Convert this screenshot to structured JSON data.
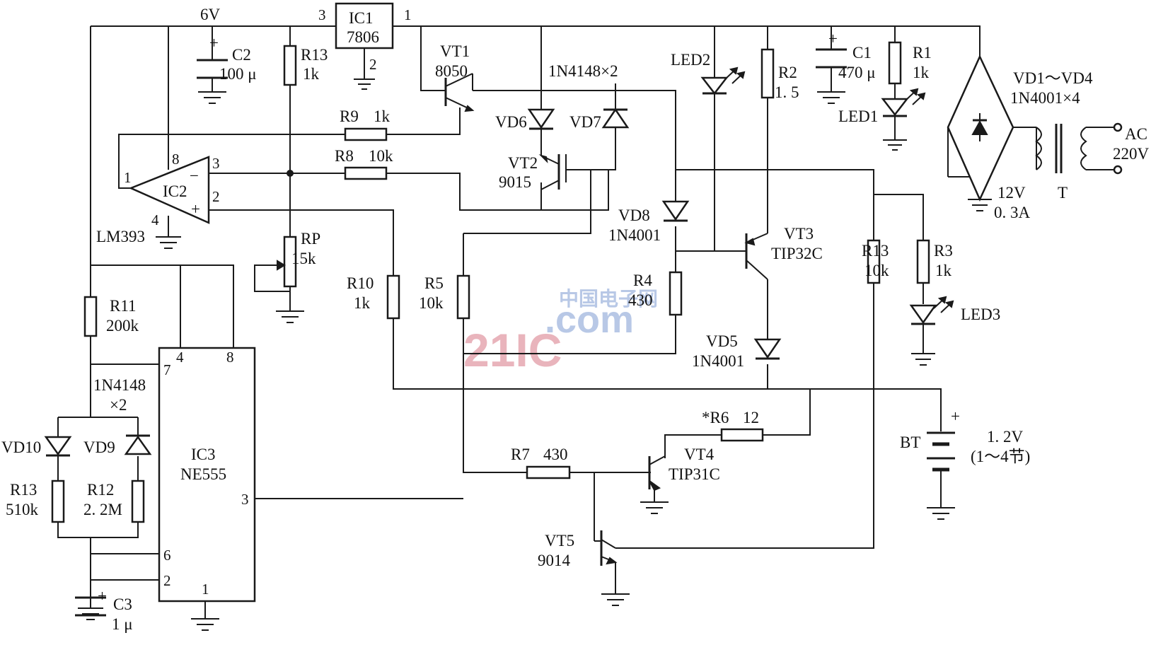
{
  "watermark": {
    "number": "21IC",
    "domain": ".com",
    "cn": "中国电子网"
  },
  "ic1": {
    "ref": "IC1",
    "part": "7806",
    "out_voltage": "6V",
    "pin_in": "3",
    "pin_out": "1",
    "pin_gnd": "2"
  },
  "ic2": {
    "ref": "IC2",
    "part": "LM393",
    "pin1": "1",
    "pin2": "2",
    "pin3": "3",
    "pin4": "4",
    "pin8": "8",
    "minus": "−",
    "plus": "+"
  },
  "ic3": {
    "ref": "IC3",
    "part": "NE555",
    "pin1": "1",
    "pin2": "2",
    "pin3": "3",
    "pin4": "4",
    "pin6": "6",
    "pin7": "7",
    "pin8": "8"
  },
  "c2": {
    "ref": "C2",
    "value": "100 μ",
    "plus": "+"
  },
  "c1": {
    "ref": "C1",
    "value": "470 μ",
    "plus": "+"
  },
  "c3": {
    "ref": "C3",
    "value": "1 μ",
    "plus": "+"
  },
  "r13a": {
    "ref": "R13",
    "value": "1k"
  },
  "r1": {
    "ref": "R1",
    "value": "1k"
  },
  "r2": {
    "ref": "R2",
    "value": "1. 5"
  },
  "r9": {
    "ref": "R9",
    "value": "1k"
  },
  "r8": {
    "ref": "R8",
    "value": "10k"
  },
  "rp": {
    "ref": "RP",
    "value": "15k"
  },
  "r10": {
    "ref": "R10",
    "value": "1k"
  },
  "r5": {
    "ref": "R5",
    "value": "10k"
  },
  "r4": {
    "ref": "R4",
    "value": "430"
  },
  "r11": {
    "ref": "R11",
    "value": "200k"
  },
  "r13b": {
    "ref": "R13",
    "value": "10k"
  },
  "r3": {
    "ref": "R3",
    "value": "1k"
  },
  "r13c": {
    "ref": "R13",
    "value": "510k"
  },
  "r12": {
    "ref": "R12",
    "value": "2. 2M"
  },
  "r6": {
    "ref": "*R6",
    "value": "12"
  },
  "r7": {
    "ref": "R7",
    "value": "430"
  },
  "vt1": {
    "ref": "VT1",
    "part": "8050"
  },
  "vt2": {
    "ref": "VT2",
    "part": "9015"
  },
  "vt3": {
    "ref": "VT3",
    "part": "TIP32C"
  },
  "vt4": {
    "ref": "VT4",
    "part": "TIP31C"
  },
  "vt5": {
    "ref": "VT5",
    "part": "9014"
  },
  "diodes_top": {
    "label": "1N4148×2"
  },
  "vd6": {
    "ref": "VD6"
  },
  "vd7": {
    "ref": "VD7"
  },
  "vd8": {
    "ref": "VD8",
    "part": "1N4001"
  },
  "vd5": {
    "ref": "VD5",
    "part": "1N4001"
  },
  "diodes_left": {
    "label1": "1N4148",
    "label2": "×2"
  },
  "vd10": {
    "ref": "VD10"
  },
  "vd9": {
    "ref": "VD9"
  },
  "led1": {
    "ref": "LED1"
  },
  "led2": {
    "ref": "LED2"
  },
  "led3": {
    "ref": "LED3"
  },
  "bridge": {
    "ref": "VD1～VD4",
    "part": "1N4001×4"
  },
  "transformer": {
    "ref": "T",
    "secondary": "12V",
    "current": "0. 3A"
  },
  "ac": {
    "label": "AC",
    "voltage": "220V"
  },
  "bt": {
    "ref": "BT",
    "voltage": "1. 2V",
    "cells": "(1～4节)",
    "plus": "+"
  }
}
